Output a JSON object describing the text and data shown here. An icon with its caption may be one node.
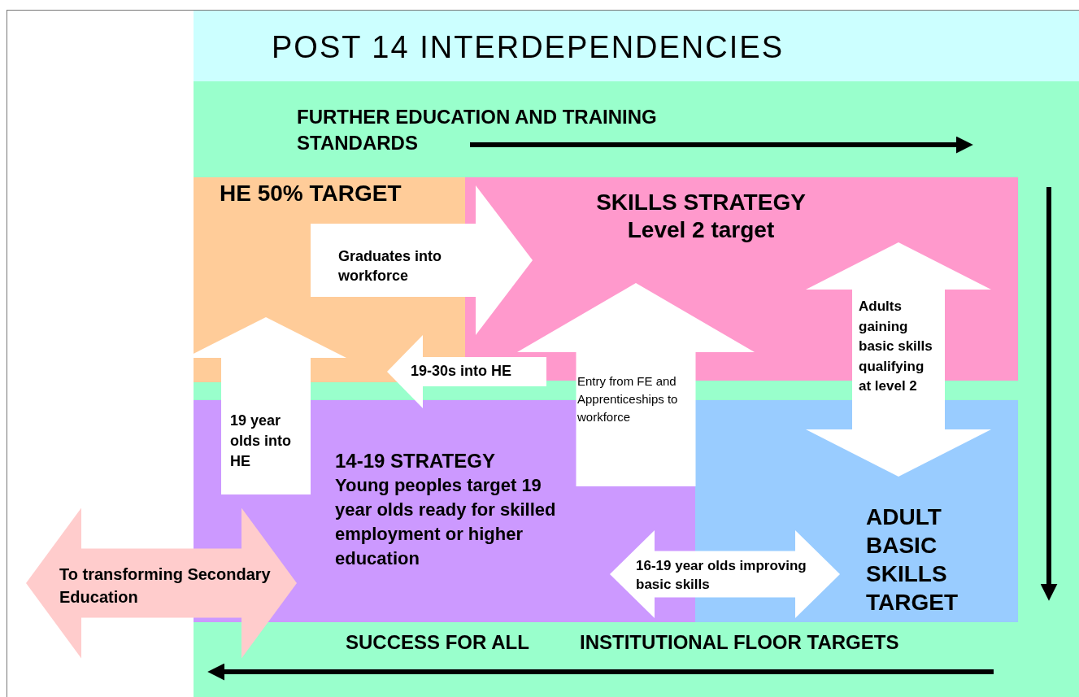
{
  "diagram": {
    "title": "POST 14 INTERDEPENDENCIES",
    "nodes": [
      {
        "text": [
          "HE 50% TARGET"
        ]
      },
      {
        "text": [
          "SKILLS STRATEGY Level 2 target"
        ]
      },
      {
        "text": [
          "14-19 STRATEGY",
          "Young peoples target 19 year olds ready for skilled employment or higher education"
        ]
      },
      {
        "text": [
          "ADULT BASIC SKILLS TARGET"
        ]
      }
    ],
    "edges": [
      {
        "from": 0,
        "to": 1,
        "arrow": "to",
        "label": "Graduates into workforce"
      },
      {
        "from": 1,
        "to": 0,
        "arrow": "to",
        "label": "19-30s into HE"
      },
      {
        "from": 2,
        "to": 0,
        "arrow": "to",
        "label": "19 year olds into HE"
      },
      {
        "from": 2,
        "to": 1,
        "arrow": "to",
        "label": "Entry from FE and Apprenticeships to workforce"
      },
      {
        "from": 3,
        "to": 1,
        "arrow": "both",
        "label": "Adults gaining basic skills qualifying at level 2"
      },
      {
        "from": 2,
        "to": 3,
        "arrow": "both",
        "label": "16-19 year olds improving basic skills"
      },
      {
        "from": null,
        "to": 2,
        "arrow": "both",
        "label": "To transforming Secondary Education",
        "color": "#ffcccc"
      }
    ],
    "labels": [
      "FURTHER EDUCATION AND TRAINING STANDARDS",
      "SUCCESS FOR ALL",
      "INSTITUTIONAL FLOOR TARGETS"
    ]
  }
}
